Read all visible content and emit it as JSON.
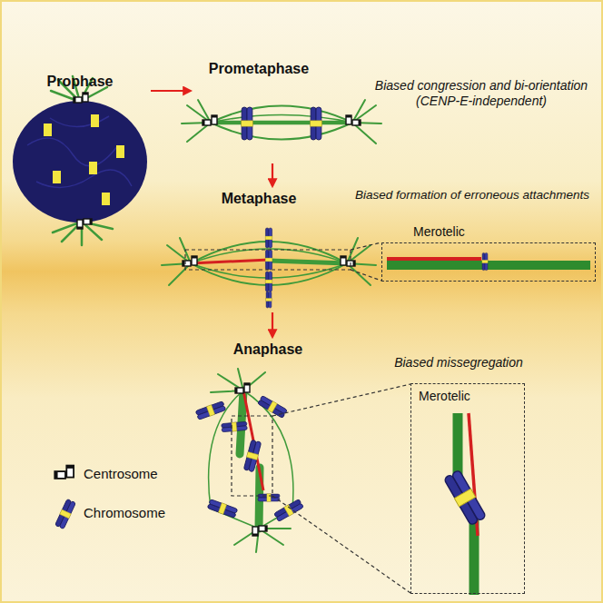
{
  "diagram": {
    "nodes": [
      {
        "text": [
          "Merotelic"
        ]
      },
      {
        "text": [
          "Merotelic"
        ]
      }
    ],
    "labels": [
      "Prophase",
      "Prometaphase",
      "Metaphase",
      "Anaphase",
      "Biased congression and bi-orientation (CENP-E-independent)",
      "Biased formation of erroneous attachments",
      "Biased missegregation"
    ],
    "legend": [
      {
        "text": "Centrosome"
      },
      {
        "text": "Chromosome"
      }
    ]
  }
}
